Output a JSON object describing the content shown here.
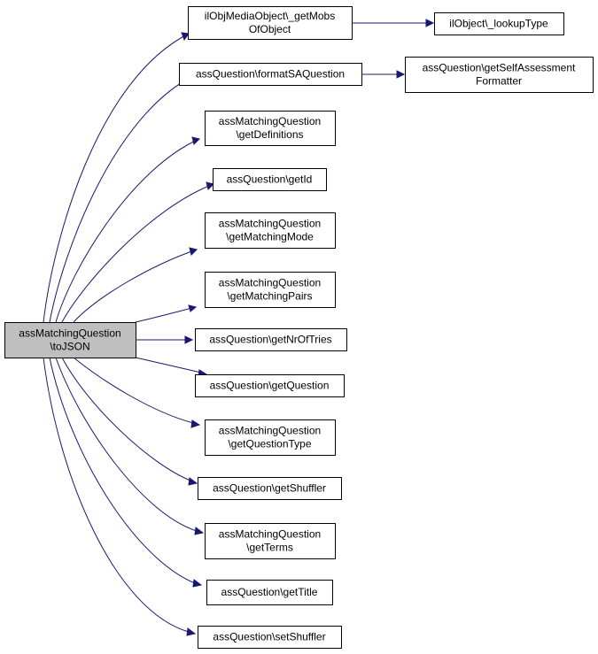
{
  "graph": {
    "edge_color": "#191970",
    "root_fill": "#bfbfbf",
    "root": {
      "id": "root",
      "lines": [
        "assMatchingQuestion",
        "\\toJSON"
      ]
    },
    "nodes": [
      {
        "id": "n1",
        "lines": [
          "ilObjMediaObject\\_getMobs",
          "OfObject"
        ]
      },
      {
        "id": "n2",
        "lines": [
          "ilObject\\_lookupType"
        ]
      },
      {
        "id": "n3",
        "lines": [
          "assQuestion\\formatSAQuestion"
        ]
      },
      {
        "id": "n4",
        "lines": [
          "assQuestion\\getSelfAssessment",
          "Formatter"
        ]
      },
      {
        "id": "n5",
        "lines": [
          "assMatchingQuestion",
          "\\getDefinitions"
        ]
      },
      {
        "id": "n6",
        "lines": [
          "assQuestion\\getId"
        ]
      },
      {
        "id": "n7",
        "lines": [
          "assMatchingQuestion",
          "\\getMatchingMode"
        ]
      },
      {
        "id": "n8",
        "lines": [
          "assMatchingQuestion",
          "\\getMatchingPairs"
        ]
      },
      {
        "id": "n9",
        "lines": [
          "assQuestion\\getNrOfTries"
        ]
      },
      {
        "id": "n10",
        "lines": [
          "assQuestion\\getQuestion"
        ]
      },
      {
        "id": "n11",
        "lines": [
          "assMatchingQuestion",
          "\\getQuestionType"
        ]
      },
      {
        "id": "n12",
        "lines": [
          "assQuestion\\getShuffler"
        ]
      },
      {
        "id": "n13",
        "lines": [
          "assMatchingQuestion",
          "\\getTerms"
        ]
      },
      {
        "id": "n14",
        "lines": [
          "assQuestion\\getTitle"
        ]
      },
      {
        "id": "n15",
        "lines": [
          "assQuestion\\setShuffler"
        ]
      }
    ],
    "edges": [
      {
        "from": "root",
        "to": "n1"
      },
      {
        "from": "root",
        "to": "n3"
      },
      {
        "from": "root",
        "to": "n5"
      },
      {
        "from": "root",
        "to": "n6"
      },
      {
        "from": "root",
        "to": "n7"
      },
      {
        "from": "root",
        "to": "n8"
      },
      {
        "from": "root",
        "to": "n9"
      },
      {
        "from": "root",
        "to": "n10"
      },
      {
        "from": "root",
        "to": "n11"
      },
      {
        "from": "root",
        "to": "n12"
      },
      {
        "from": "root",
        "to": "n13"
      },
      {
        "from": "root",
        "to": "n14"
      },
      {
        "from": "root",
        "to": "n15"
      },
      {
        "from": "n1",
        "to": "n2"
      },
      {
        "from": "n3",
        "to": "n4"
      }
    ]
  }
}
